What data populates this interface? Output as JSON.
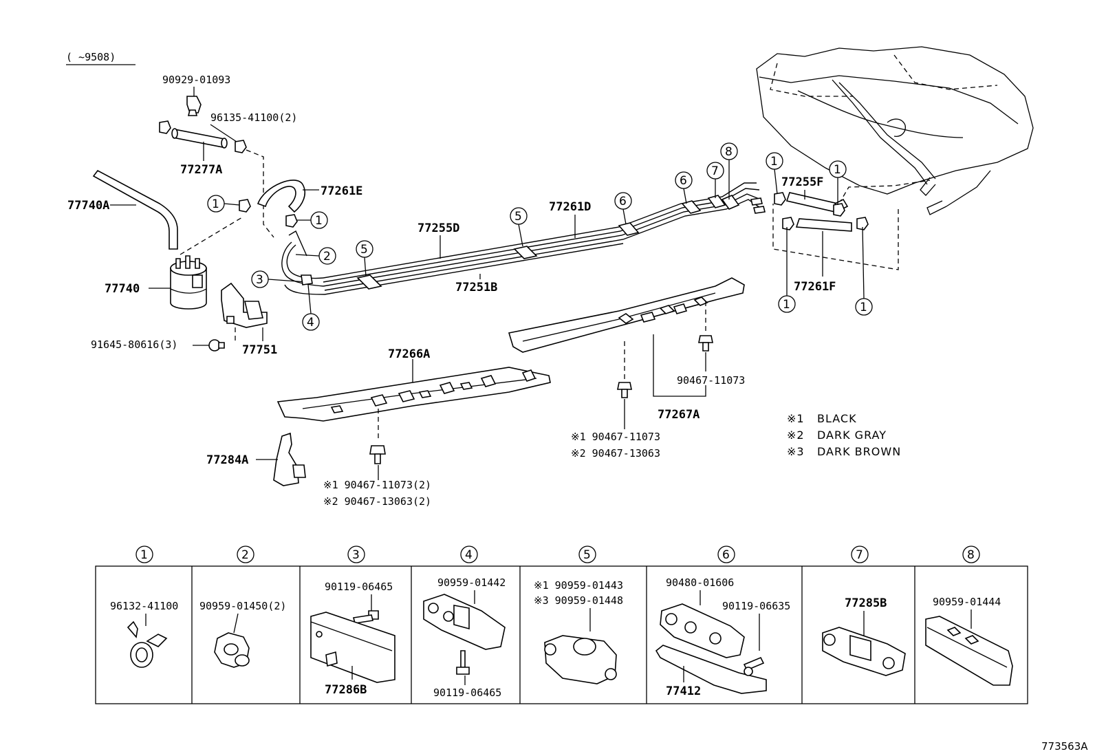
{
  "header": {
    "range": "(    ~9508)",
    "diagram_id": "773563A"
  },
  "labels": {
    "p90929": "90929-01093",
    "p96135": "96135-41100(2)",
    "p77277A": "77277A",
    "p77261E": "77261E",
    "p77740A": "77740A",
    "p77740": "77740",
    "p91645": "91645-80616(3)",
    "p77751": "77751",
    "p77255D": "77255D",
    "p77261D": "77261D",
    "p77251B": "77251B",
    "p77255F": "77255F",
    "p77261F": "77261F",
    "p77266A": "77266A",
    "p77267A": "77267A",
    "p90467a": "90467-11073",
    "p77284A": "77284A",
    "n1a": "※1 90467-11073",
    "n2a": "※2 90467-13063",
    "n1b": "※1 90467-11073(2)",
    "n2b": "※2 90467-13063(2)"
  },
  "callouts": [
    "1",
    "2",
    "3",
    "4",
    "5",
    "6",
    "7",
    "8"
  ],
  "color_legend": [
    {
      "mark": "※1",
      "color": "BLACK"
    },
    {
      "mark": "※2",
      "color": "DARK  GRAY"
    },
    {
      "mark": "※3",
      "color": "DARK  BROWN"
    }
  ],
  "detail_table": [
    {
      "num": "1",
      "parts": [
        "96132-41100"
      ]
    },
    {
      "num": "2",
      "parts": [
        "90959-01450(2)"
      ]
    },
    {
      "num": "3",
      "parts": [
        "90119-06465",
        "77286B"
      ]
    },
    {
      "num": "4",
      "parts": [
        "90959-01442",
        "90119-06465"
      ]
    },
    {
      "num": "5",
      "parts": [
        "※1 90959-01443",
        "※3 90959-01448"
      ]
    },
    {
      "num": "6",
      "parts": [
        "90480-01606",
        "90119-06635",
        "77412"
      ]
    },
    {
      "num": "7",
      "parts": [
        "77285B"
      ]
    },
    {
      "num": "8",
      "parts": [
        "90959-01444"
      ]
    }
  ]
}
